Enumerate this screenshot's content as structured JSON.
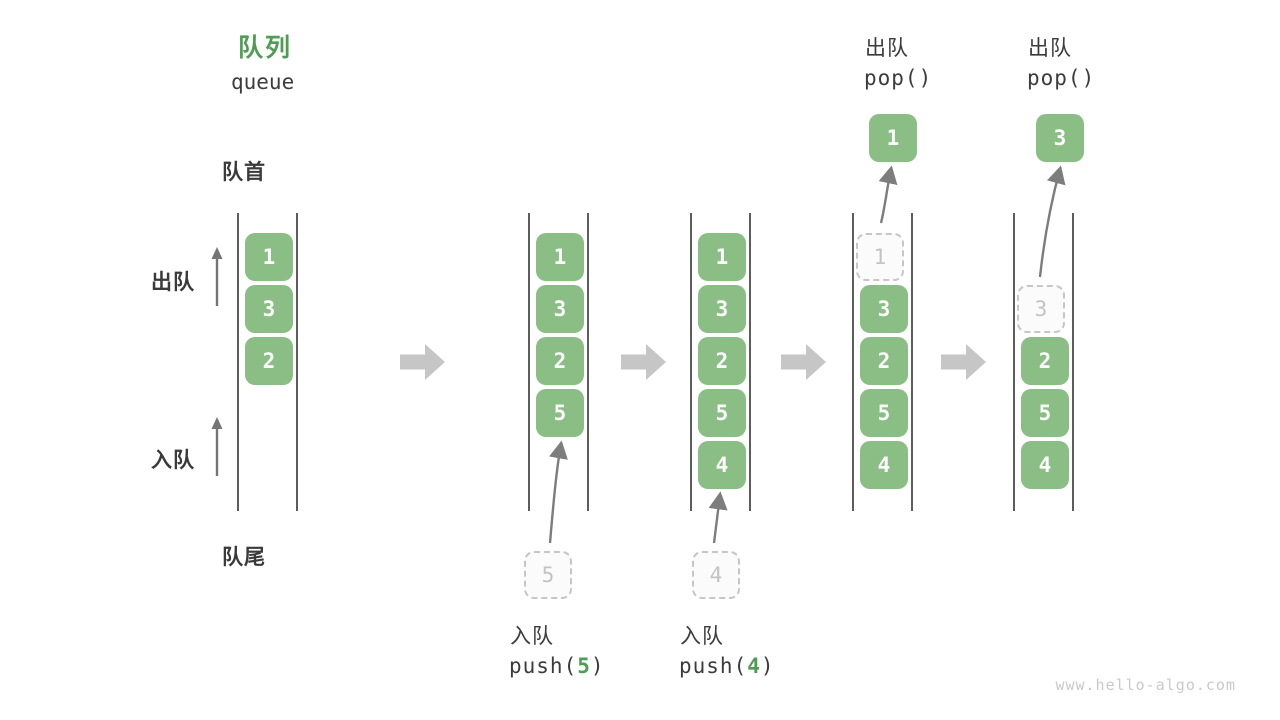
{
  "title": {
    "zh": "队列",
    "en": "queue"
  },
  "side_labels": {
    "front": "队首",
    "rear": "队尾",
    "dequeue": "出队",
    "enqueue": "入队"
  },
  "states": [
    {
      "cells": [
        "1",
        "3",
        "2"
      ]
    },
    {
      "cells": [
        "1",
        "3",
        "2",
        "5"
      ],
      "incoming": "5"
    },
    {
      "cells": [
        "1",
        "3",
        "2",
        "5",
        "4"
      ],
      "incoming": "4"
    },
    {
      "dashed": "1",
      "cells": [
        "3",
        "2",
        "5",
        "4"
      ],
      "popped": "1"
    },
    {
      "dashed": "3",
      "cells": [
        "2",
        "5",
        "4"
      ],
      "popped": "3"
    }
  ],
  "ops": {
    "push1": {
      "zh": "入队",
      "pre": "push(",
      "arg": "5",
      "post": ")"
    },
    "push2": {
      "zh": "入队",
      "pre": "push(",
      "arg": "4",
      "post": ")"
    },
    "pop1": {
      "zh": "出队",
      "code": "pop()"
    },
    "pop2": {
      "zh": "出队",
      "code": "pop()"
    }
  },
  "watermark": "www.hello-algo.com",
  "colors": {
    "cell_green": "#8ABE84",
    "accent_green": "#4F9D54",
    "text_dark": "#3b3b3b",
    "wall_gray": "#5d5d5d",
    "flow_arrow_gray": "#c6c6c6",
    "dashed_gray": "#c6c6c6"
  }
}
